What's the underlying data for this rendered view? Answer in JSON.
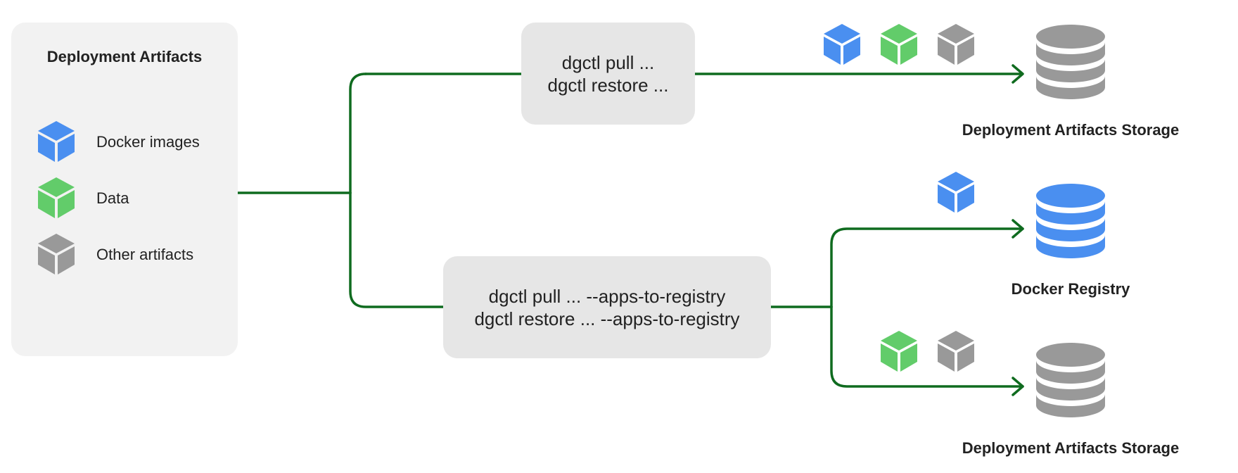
{
  "legend": {
    "title": "Deployment Artifacts",
    "items": [
      {
        "label": "Docker images",
        "icon": "cube-icon",
        "color": "#4a8ff0"
      },
      {
        "label": "Data",
        "icon": "cube-icon",
        "color": "#62cc6a"
      },
      {
        "label": "Other artifacts",
        "icon": "cube-icon",
        "color": "#999999"
      }
    ]
  },
  "commands": {
    "top": {
      "line1": "dgctl pull ...",
      "line2": "dgctl restore ..."
    },
    "bottom": {
      "line1": "dgctl pull ... --apps-to-registry",
      "line2": "dgctl restore ... --apps-to-registry"
    }
  },
  "targets": {
    "top_storage": {
      "label": "Deployment Artifacts Storage",
      "icon": "database-icon",
      "color": "#999999"
    },
    "registry": {
      "label": "Docker Registry",
      "icon": "database-icon",
      "color": "#4a8ff0"
    },
    "bottom_storage": {
      "label": "Deployment Artifacts Storage",
      "icon": "database-icon",
      "color": "#999999"
    }
  },
  "colors": {
    "connector": "#0f6b1f",
    "box": "#e6e6e6",
    "panel": "#f2f2f2"
  }
}
